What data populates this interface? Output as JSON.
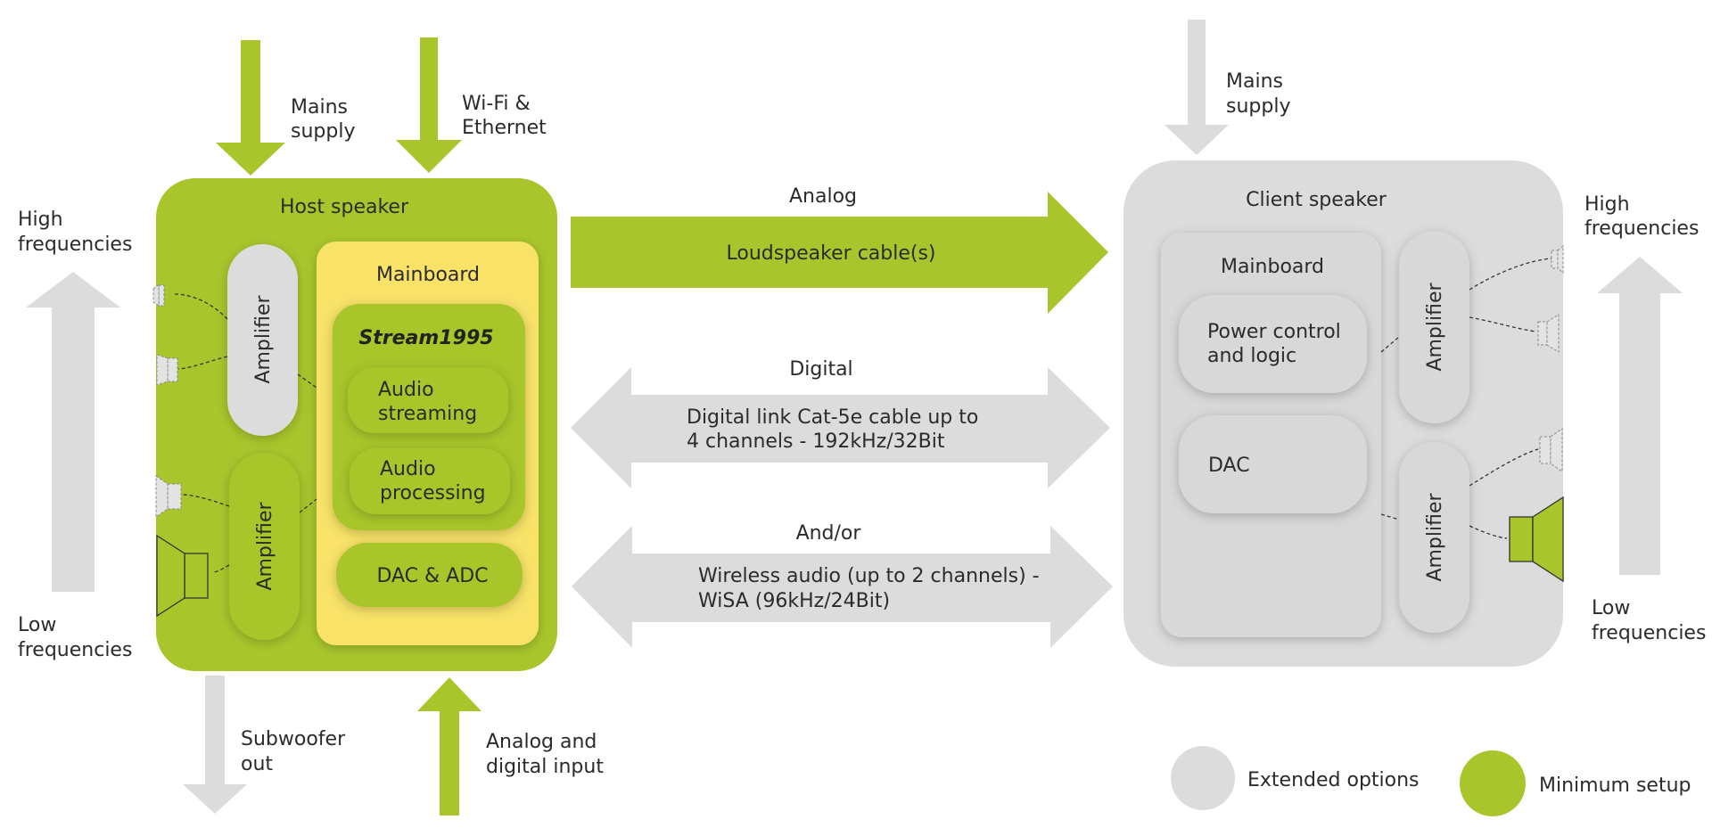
{
  "colors": {
    "green": "#a8c62c",
    "green_dark": "#93b01f",
    "yellow": "#f8e267",
    "yellow_edge": "#eccd33",
    "gray": "#dcdcdc",
    "gray_block": "#d8d8d8",
    "text": "#2b2b2b"
  },
  "inputs": {
    "host_mains": [
      "Mains",
      "supply"
    ],
    "host_network": [
      "Wi-Fi &",
      "Ethernet"
    ],
    "client_mains": [
      "Mains",
      "supply"
    ],
    "subwoofer_out": [
      "Subwoofer",
      "out"
    ],
    "analog_digital_input": [
      "Analog and",
      "digital input"
    ]
  },
  "left_axis": {
    "high": [
      "High",
      "frequencies"
    ],
    "low": [
      "Low",
      "frequencies"
    ]
  },
  "right_axis": {
    "high": [
      "High",
      "frequencies"
    ],
    "low": [
      "Low",
      "frequencies"
    ]
  },
  "host": {
    "title": "Host speaker",
    "amplifier_top": "Amplifier",
    "amplifier_bottom": "Amplifier",
    "mainboard": {
      "title": "Mainboard",
      "brand": "Stream1995",
      "audio_streaming": [
        "Audio",
        "streaming"
      ],
      "audio_processing": [
        "Audio",
        "processing"
      ],
      "dac_adc": "DAC & ADC"
    }
  },
  "links": {
    "analog": {
      "label": "Analog",
      "text": "Loudspeaker cable(s)"
    },
    "digital": {
      "label": "Digital",
      "text": [
        "Digital link Cat-5e cable up to",
        "4 channels - 192kHz/32Bit"
      ]
    },
    "wireless": {
      "label": "And/or",
      "text": [
        "Wireless audio (up to 2 channels) -",
        "WiSA (96kHz/24Bit)"
      ]
    }
  },
  "client": {
    "title": "Client speaker",
    "mainboard": {
      "title": "Mainboard",
      "power_control": [
        "Power control",
        "and logic"
      ],
      "dac": "DAC"
    },
    "amplifier_top": "Amplifier",
    "amplifier_bottom": "Amplifier"
  },
  "legend": {
    "extended": "Extended options",
    "minimum": "Minimum setup"
  }
}
